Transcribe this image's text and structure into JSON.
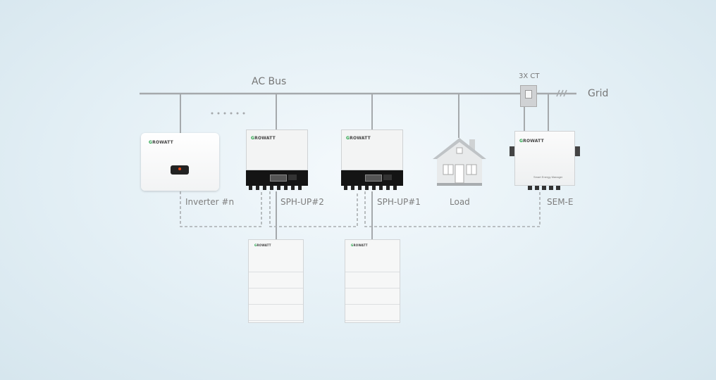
{
  "labels": {
    "ac_bus": "AC Bus",
    "ct": "3X CT",
    "grid": "Grid",
    "inverter_n": "Inverter #n",
    "sph2": "SPH-UP#2",
    "sph1": "SPH-UP#1",
    "load": "Load",
    "sem": "SEM-E"
  },
  "brand": {
    "name_first": "G",
    "name_rest": "ROWATT"
  },
  "sem_panel_text": "Smart Energy Manager",
  "colors": {
    "bus_line": "#a5a9ac",
    "dashed_line": "#a9adb0",
    "inverter_light": "#e64a19",
    "brand_green": "#27a34a"
  }
}
